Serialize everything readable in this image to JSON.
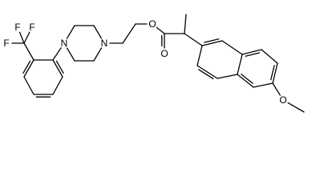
{
  "molecule": {
    "atoms": [
      {
        "id": "a_ome",
        "label": ""
      },
      {
        "id": "a_o2",
        "label": "O"
      },
      {
        "id": "a_c_ar1",
        "label": ""
      },
      {
        "id": "a_c_ar2",
        "label": ""
      },
      {
        "id": "a_c_ar3",
        "label": ""
      },
      {
        "id": "a_c_ar4",
        "label": ""
      },
      {
        "id": "a_c_ar5",
        "label": ""
      },
      {
        "id": "a_c_ar6",
        "label": ""
      },
      {
        "id": "a_c_ar7",
        "label": ""
      },
      {
        "id": "a_c_ar8",
        "label": ""
      },
      {
        "id": "a_c_ar9",
        "label": ""
      },
      {
        "id": "a_c_ar10",
        "label": ""
      },
      {
        "id": "a_c_alpha",
        "label": ""
      },
      {
        "id": "a_c_me",
        "label": ""
      },
      {
        "id": "a_c_carbonyl",
        "label": ""
      },
      {
        "id": "a_o_carbonyl",
        "label": "O"
      },
      {
        "id": "a_o_ester",
        "label": "O"
      },
      {
        "id": "a_ch2_1",
        "label": ""
      },
      {
        "id": "a_ch2_2",
        "label": ""
      },
      {
        "id": "a_n1",
        "label": "N"
      },
      {
        "id": "a_pip1",
        "label": ""
      },
      {
        "id": "a_pip2",
        "label": ""
      },
      {
        "id": "a_n2",
        "label": "N"
      },
      {
        "id": "a_pip3",
        "label": ""
      },
      {
        "id": "a_pip4",
        "label": ""
      },
      {
        "id": "a_ph1",
        "label": ""
      },
      {
        "id": "a_ph2",
        "label": ""
      },
      {
        "id": "a_ph3",
        "label": ""
      },
      {
        "id": "a_ph4",
        "label": ""
      },
      {
        "id": "a_ph5",
        "label": ""
      },
      {
        "id": "a_ph6",
        "label": ""
      },
      {
        "id": "a_cf3",
        "label": ""
      },
      {
        "id": "a_f1",
        "label": "F"
      },
      {
        "id": "a_f2",
        "label": "F"
      },
      {
        "id": "a_f3",
        "label": "F"
      }
    ]
  }
}
